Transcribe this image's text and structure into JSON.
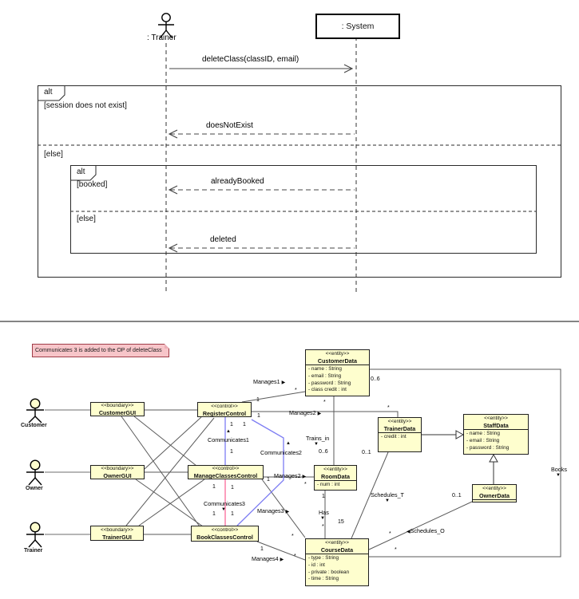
{
  "sequence_diagram": {
    "objects": {
      "actor": ": Trainer",
      "system": ": System"
    },
    "messages": {
      "call": "deleteClass(classID, email)",
      "does_not_exist": "doesNotExist",
      "already_booked": "alreadyBooked",
      "deleted": "deleted"
    },
    "outer_alt": {
      "operator": "alt",
      "guard": "[session does not exist]",
      "else_guard": "[else]"
    },
    "inner_alt": {
      "operator": "alt",
      "guard": "[booked]",
      "else_guard": "[else]"
    }
  },
  "class_diagram": {
    "note": "Communicates 3 is added to the OP of deleteClass",
    "actors": {
      "customer": "Customer",
      "owner": "Owner",
      "trainer": "Trainer"
    },
    "classes": {
      "customer_gui": {
        "stereotype": "<<boundary>>",
        "name": "CustomerGUI"
      },
      "register_control": {
        "stereotype": "<<control>>",
        "name": "RegisterControl"
      },
      "owner_gui": {
        "stereotype": "<<boundary>>",
        "name": "OwnerGUI"
      },
      "manage_classes_control": {
        "stereotype": "<<control>>",
        "name": "ManageClassesControl"
      },
      "trainer_gui": {
        "stereotype": "<<boundary>>",
        "name": "TrainerGUI"
      },
      "book_classes_control": {
        "stereotype": "<<control>>",
        "name": "BookClassesControl"
      },
      "customer_data": {
        "stereotype": "<<entity>>",
        "name": "CustomerData",
        "attributes": [
          "- name : String",
          "- email : String",
          "- password : String",
          "- class credit : int"
        ]
      },
      "trainer_data": {
        "stereotype": "<<entity>>",
        "name": "TrainerData",
        "attributes": [
          "- credit : int"
        ]
      },
      "staff_data": {
        "stereotype": "<<entity>>",
        "name": "StaffData",
        "attributes": [
          "- name : String",
          "- email : String",
          "- password : String"
        ]
      },
      "room_data": {
        "stereotype": "<<entity>>",
        "name": "RoomData",
        "attributes": [
          "- num : int"
        ]
      },
      "owner_data": {
        "stereotype": "<<entity>>",
        "name": "OwnerData",
        "attributes": []
      },
      "course_data": {
        "stereotype": "<<entity>>",
        "name": "CourseData",
        "attributes": [
          "- type : String",
          "- id : int",
          "- private : boolean",
          "- time : String"
        ]
      }
    },
    "associations": {
      "manages1": {
        "name": "Manages1",
        "glyph": "▶",
        "source_mult": "1",
        "target_mult": "*"
      },
      "manages2a": {
        "name": "Manages2",
        "glyph": "▶",
        "source_mult": "1",
        "target_mult": "*"
      },
      "manages2b": {
        "name": "Manages2",
        "glyph": "▶",
        "source_mult": "1",
        "target_mult": "*"
      },
      "manages3": {
        "name": "Manages3",
        "glyph": "▶",
        "source_mult": "1",
        "target_mult": "*"
      },
      "manages4": {
        "name": "Manages4",
        "glyph": "▶",
        "source_mult": "1",
        "target_mult": "*"
      },
      "communicates1": {
        "name": "Communicates1",
        "glyph": "▲",
        "source_mult": "1",
        "target_mult": "1"
      },
      "communicates2": {
        "name": "Communicates2",
        "glyph": "▲",
        "source_mult": "1",
        "target_mult": "1"
      },
      "communicates3": {
        "name": "Communicates3",
        "glyph": "▼",
        "source_mult": "1",
        "target_mult": "1"
      },
      "trains_in": {
        "name": "Trains_in",
        "glyph": "▼",
        "source_mult": "*",
        "target_mult": "0..6"
      },
      "has": {
        "name": "Has",
        "glyph": "▼",
        "source_mult": "1",
        "target_mult": "*"
      },
      "schedules_t": {
        "name": "Schedules_T",
        "glyph": "▼",
        "source_mult": "0..1",
        "target_mult": "15"
      },
      "schedules_o": {
        "name": "Schedules_O",
        "glyph": "◀",
        "source_mult": "0..1",
        "target_mult": "*"
      },
      "books": {
        "name": "Books",
        "glyph": "▼",
        "source_mult": "0..6",
        "target_mult": "*"
      }
    },
    "colors": {
      "class_fill": "#fefece",
      "note_fill": "#f7c5c9",
      "note_border": "#9f3d48",
      "communicates_blue": "#7d7df3",
      "communicates3_pink": "#fb7da7"
    }
  }
}
